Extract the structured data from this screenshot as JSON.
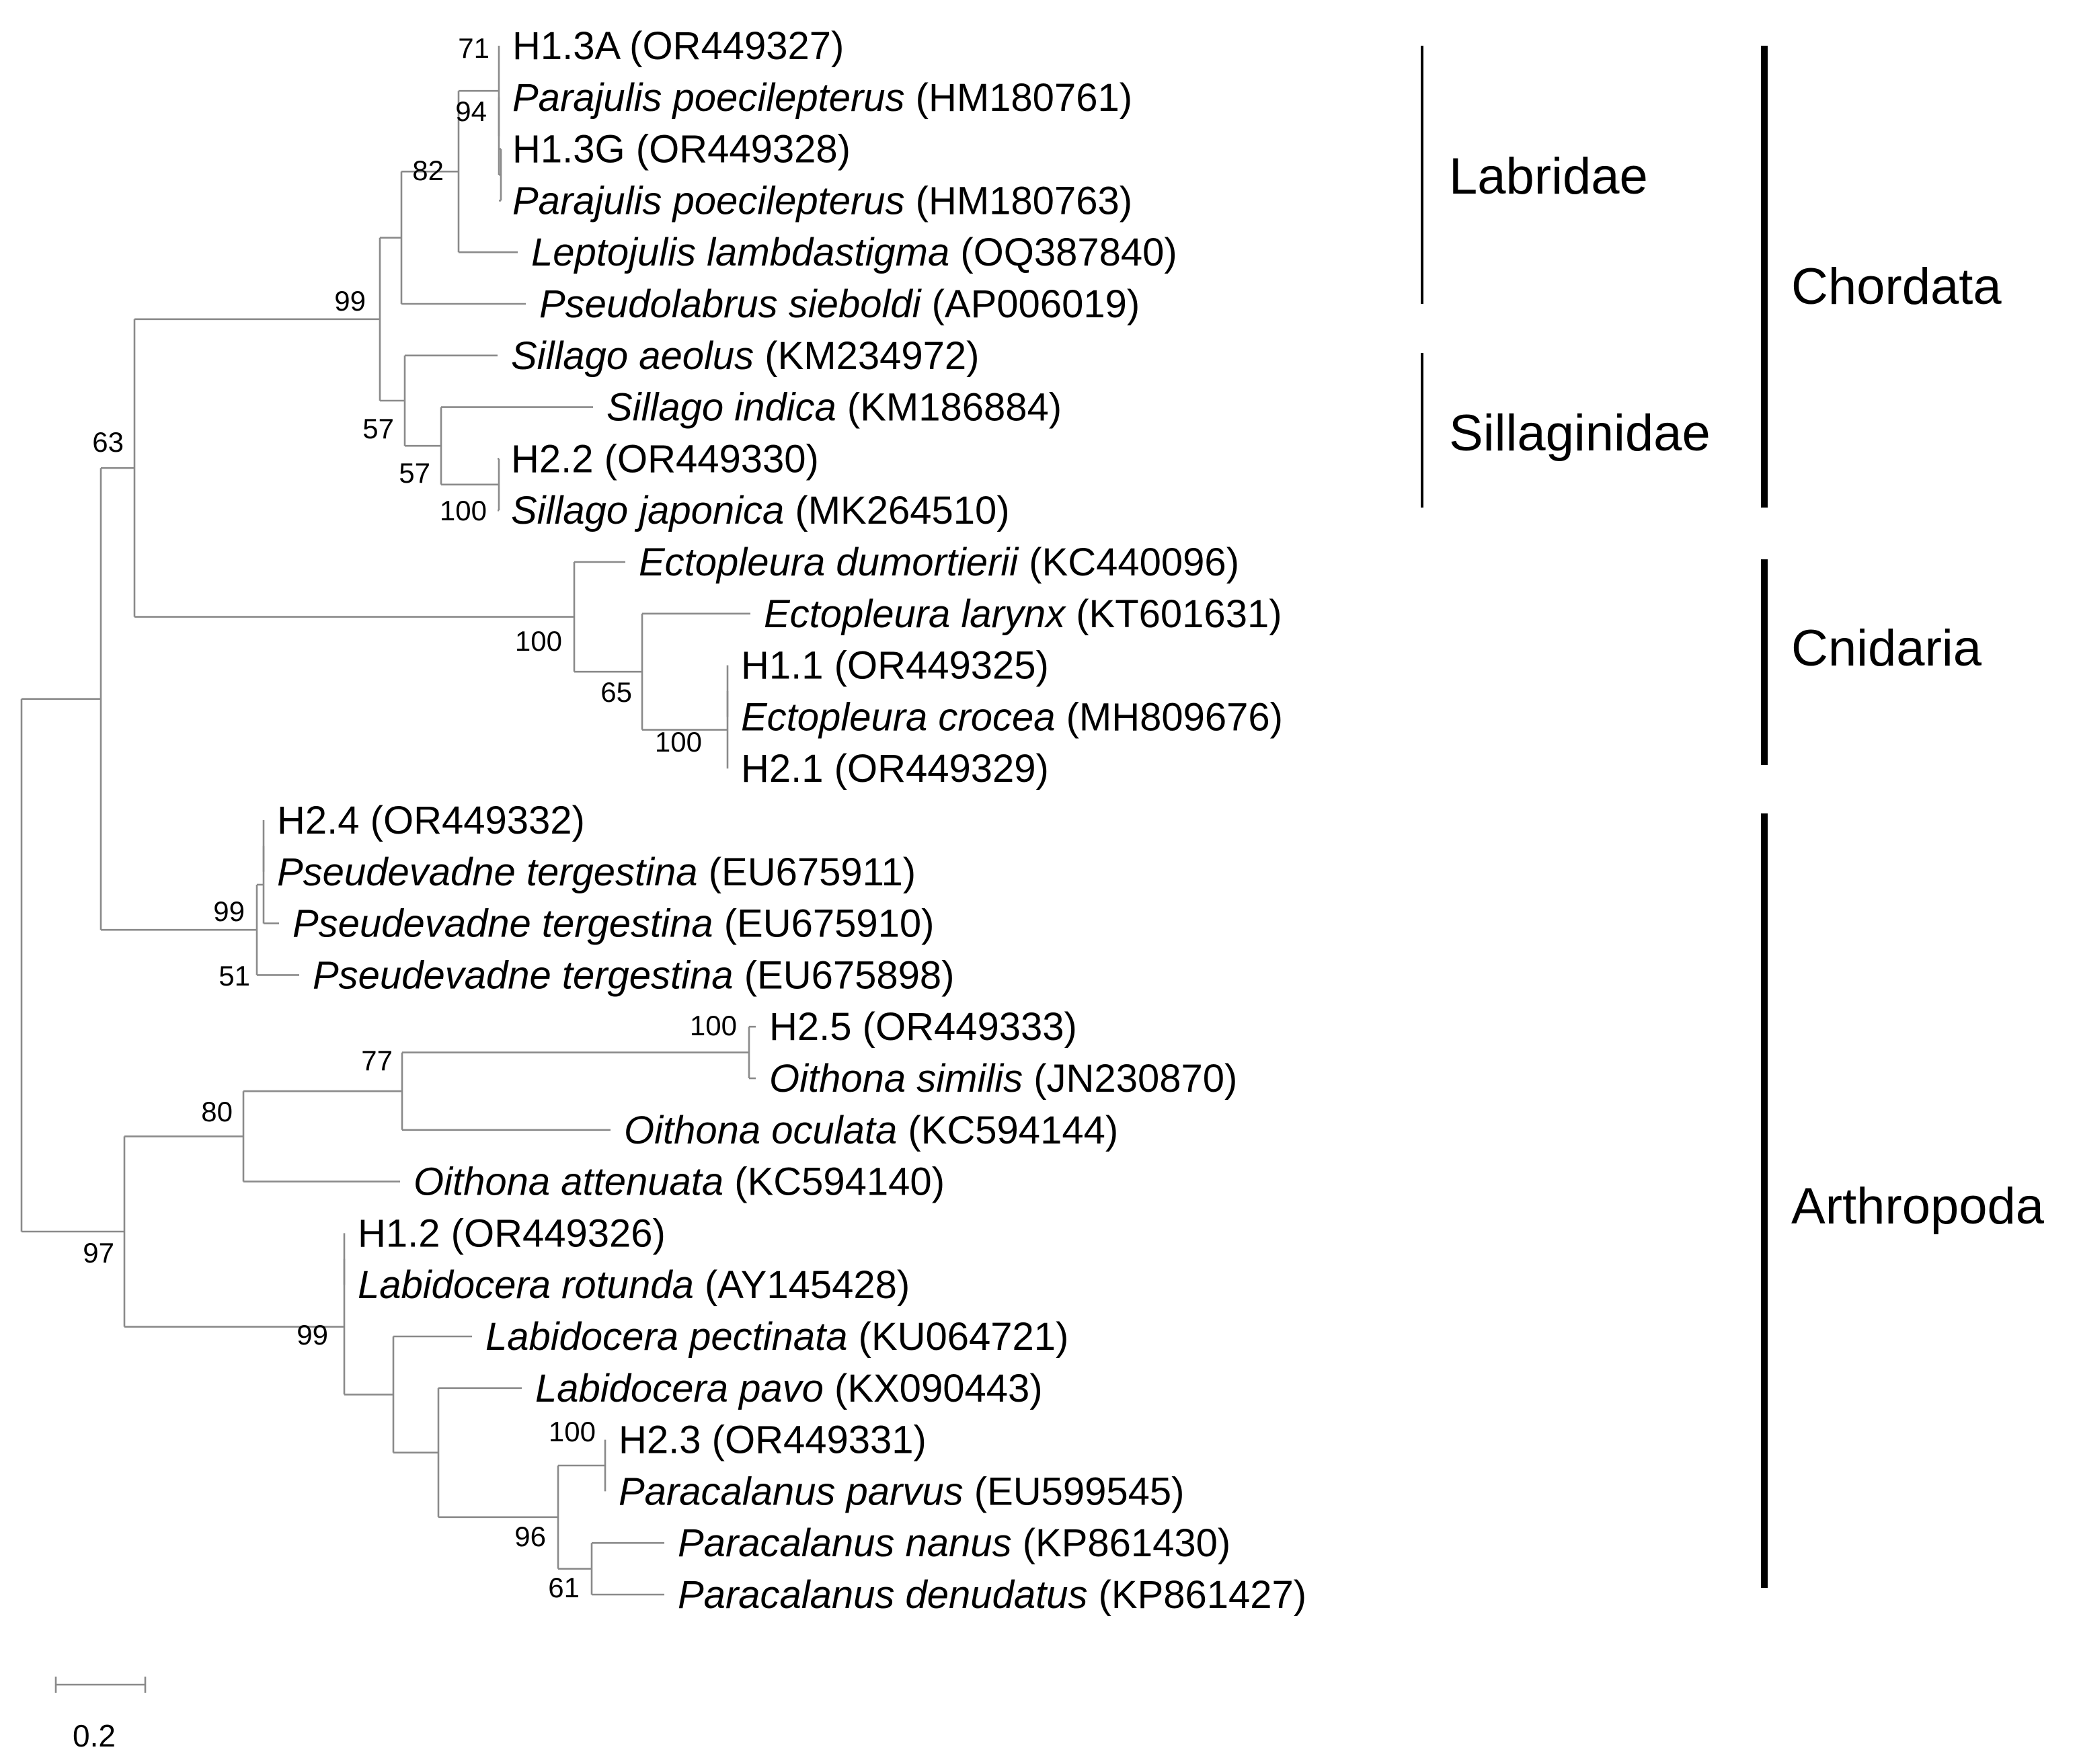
{
  "leaves": [
    {
      "name": "H1.3A",
      "accession": "(OR449327)",
      "italic": false
    },
    {
      "name": "Parajulis poecilepterus",
      "accession": "(HM180761)",
      "italic": true
    },
    {
      "name": "H1.3G",
      "accession": "(OR449328)",
      "italic": false
    },
    {
      "name": "Parajulis poecilepterus",
      "accession": "(HM180763)",
      "italic": true
    },
    {
      "name": "Leptojulis lambdastigma",
      "accession": "(OQ387840)",
      "italic": true
    },
    {
      "name": "Pseudolabrus sieboldi",
      "accession": "(AP006019)",
      "italic": true
    },
    {
      "name": "Sillago aeolus",
      "accession": "(KM234972)",
      "italic": true
    },
    {
      "name": "Sillago indica",
      "accession": "(KM186884)",
      "italic": true
    },
    {
      "name": "H2.2",
      "accession": "(OR449330)",
      "italic": false
    },
    {
      "name": "Sillago japonica",
      "accession": "(MK264510)",
      "italic": true
    },
    {
      "name": "Ectopleura dumortierii",
      "accession": "(KC440096)",
      "italic": true
    },
    {
      "name": "Ectopleura larynx",
      "accession": "(KT601631)",
      "italic": true
    },
    {
      "name": "H1.1",
      "accession": "(OR449325)",
      "italic": false
    },
    {
      "name": "Ectopleura crocea",
      "accession": "(MH809676)",
      "italic": true
    },
    {
      "name": "H2.1",
      "accession": "(OR449329)",
      "italic": false
    },
    {
      "name": "H2.4",
      "accession": "(OR449332)",
      "italic": false
    },
    {
      "name": "Pseudevadne tergestina",
      "accession": "(EU675911)",
      "italic": true
    },
    {
      "name": "Pseudevadne tergestina",
      "accession": "(EU675910)",
      "italic": true
    },
    {
      "name": "Pseudevadne tergestina",
      "accession": "(EU675898)",
      "italic": true
    },
    {
      "name": "H2.5",
      "accession": "(OR449333)",
      "italic": false
    },
    {
      "name": "Oithona similis",
      "accession": "(JN230870)",
      "italic": true
    },
    {
      "name": "Oithona oculata",
      "accession": "(KC594144)",
      "italic": true
    },
    {
      "name": "Oithona attenuata",
      "accession": "(KC594140)",
      "italic": true
    },
    {
      "name": "H1.2",
      "accession": "(OR449326)",
      "italic": false
    },
    {
      "name": "Labidocera rotunda",
      "accession": "(AY145428)",
      "italic": true
    },
    {
      "name": "Labidocera pectinata",
      "accession": "(KU064721)",
      "italic": true
    },
    {
      "name": "Labidocera pavo",
      "accession": "(KX090443)",
      "italic": true
    },
    {
      "name": "H2.3",
      "accession": "(OR449331)",
      "italic": false
    },
    {
      "name": "Paracalanus parvus",
      "accession": "(EU599545)",
      "italic": true
    },
    {
      "name": "Paracalanus nanus",
      "accession": "(KP861430)",
      "italic": true
    },
    {
      "name": "Paracalanus denudatus",
      "accession": "(KP861427)",
      "italic": true
    }
  ],
  "bootstrap": [
    "71",
    "94",
    "82",
    "99",
    "57",
    "57",
    "100",
    "63",
    "100",
    "65",
    "100",
    "99",
    "51",
    "100",
    "77",
    "80",
    "97",
    "99",
    "100",
    "96",
    "61"
  ],
  "families": [
    "Labridae",
    "Sillaginidae"
  ],
  "phyla": [
    "Chordata",
    "Cnidaria",
    "Arthropoda"
  ],
  "scale_bar": {
    "value": 0.2,
    "label": "0.2"
  }
}
